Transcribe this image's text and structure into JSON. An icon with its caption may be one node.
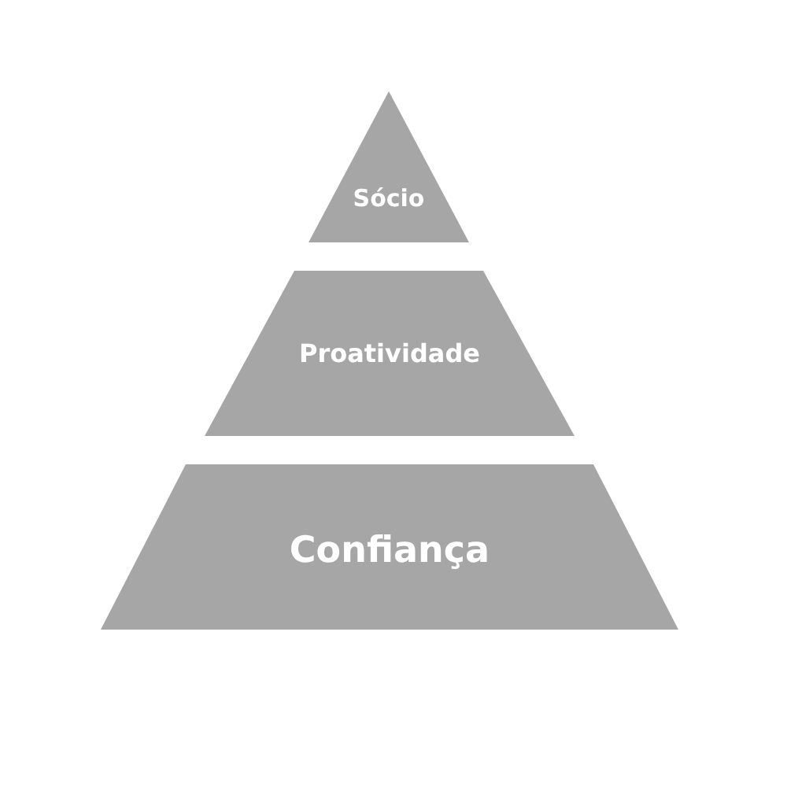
{
  "diagram": {
    "nodes": [
      {
        "text": [
          "Sócio"
        ]
      },
      {
        "text": [
          "Proatividade"
        ]
      },
      {
        "text": [
          "Confiança"
        ]
      }
    ]
  }
}
